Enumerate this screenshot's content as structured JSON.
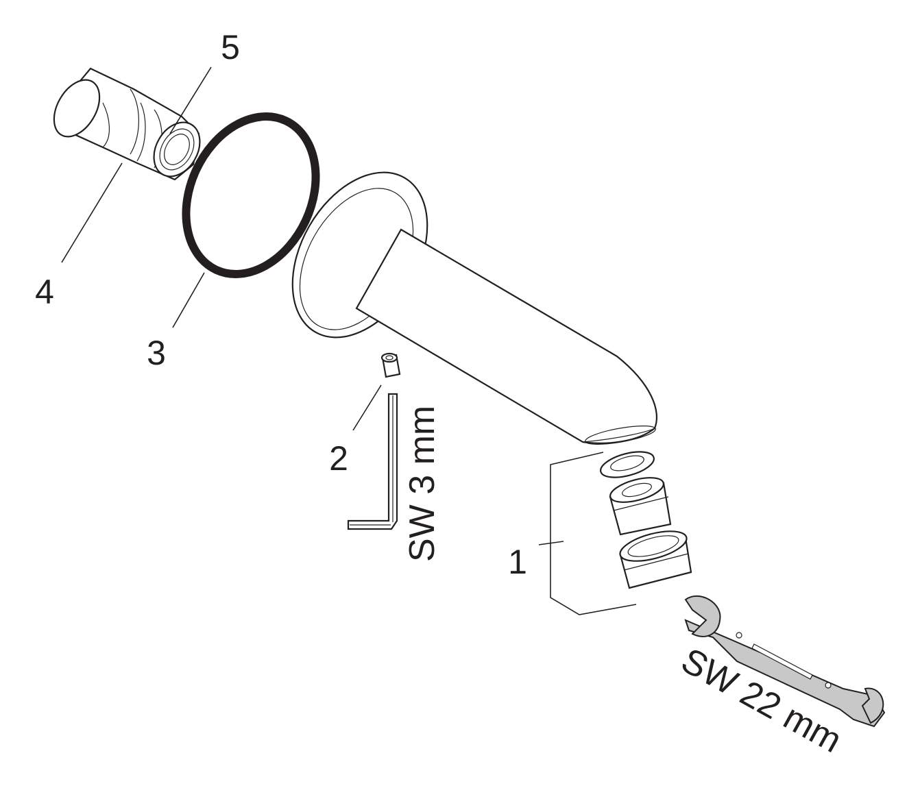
{
  "callouts": {
    "c1": "1",
    "c2": "2",
    "c3": "3",
    "c4": "4",
    "c5": "5"
  },
  "tools": {
    "hex_key_size": "SW 3 mm",
    "wrench_size": "SW 22 mm"
  },
  "colors": {
    "ink": "#231f20",
    "wrench_fill": "#c8c8c8",
    "background": "#ffffff"
  }
}
